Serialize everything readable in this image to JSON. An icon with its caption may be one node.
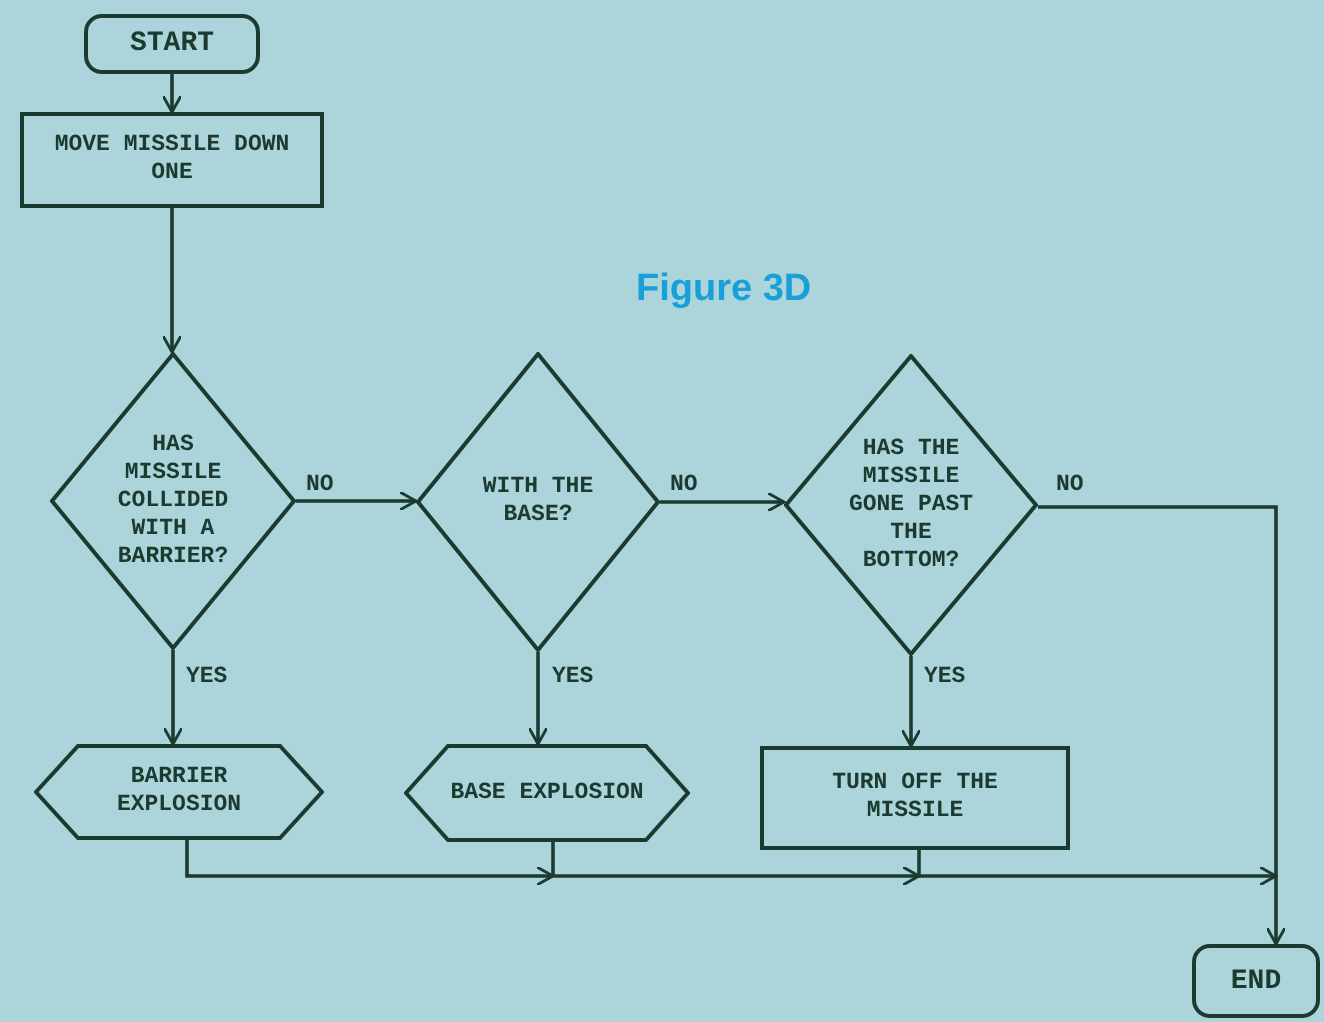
{
  "diagram": {
    "title": "Figure 3D",
    "nodes": [
      {
        "text": [
          "START"
        ]
      },
      {
        "text": [
          "MOVE MISSILE DOWN ONE"
        ]
      },
      {
        "text": [
          "HAS MISSILE COLLIDED WITH A BARRIER?"
        ]
      },
      {
        "text": [
          "WITH THE BASE?"
        ]
      },
      {
        "text": [
          "HAS THE MISSILE GONE PAST THE BOTTOM?"
        ]
      },
      {
        "text": [
          "BARRIER EXPLOSION"
        ]
      },
      {
        "text": [
          "BASE EXPLOSION"
        ]
      },
      {
        "text": [
          "TURN OFF THE MISSILE"
        ]
      },
      {
        "text": [
          "END"
        ]
      }
    ],
    "edges": [
      {
        "from": 0,
        "to": 1,
        "arrow": "to"
      },
      {
        "from": 1,
        "to": 2,
        "arrow": "to"
      },
      {
        "from": 2,
        "to": 3,
        "arrow": "to",
        "label": "NO"
      },
      {
        "from": 3,
        "to": 4,
        "arrow": "to",
        "label": "NO"
      },
      {
        "from": 4,
        "to": 8,
        "arrow": "to",
        "label": "NO"
      },
      {
        "from": 2,
        "to": 5,
        "arrow": "to",
        "label": "YES"
      },
      {
        "from": 3,
        "to": 6,
        "arrow": "to",
        "label": "YES"
      },
      {
        "from": 4,
        "to": 7,
        "arrow": "to",
        "label": "YES"
      },
      {
        "from": 5,
        "to": 8,
        "arrow": "to"
      },
      {
        "from": 6,
        "to": 8,
        "arrow": "to"
      },
      {
        "from": 7,
        "to": 8,
        "arrow": "to"
      }
    ]
  }
}
